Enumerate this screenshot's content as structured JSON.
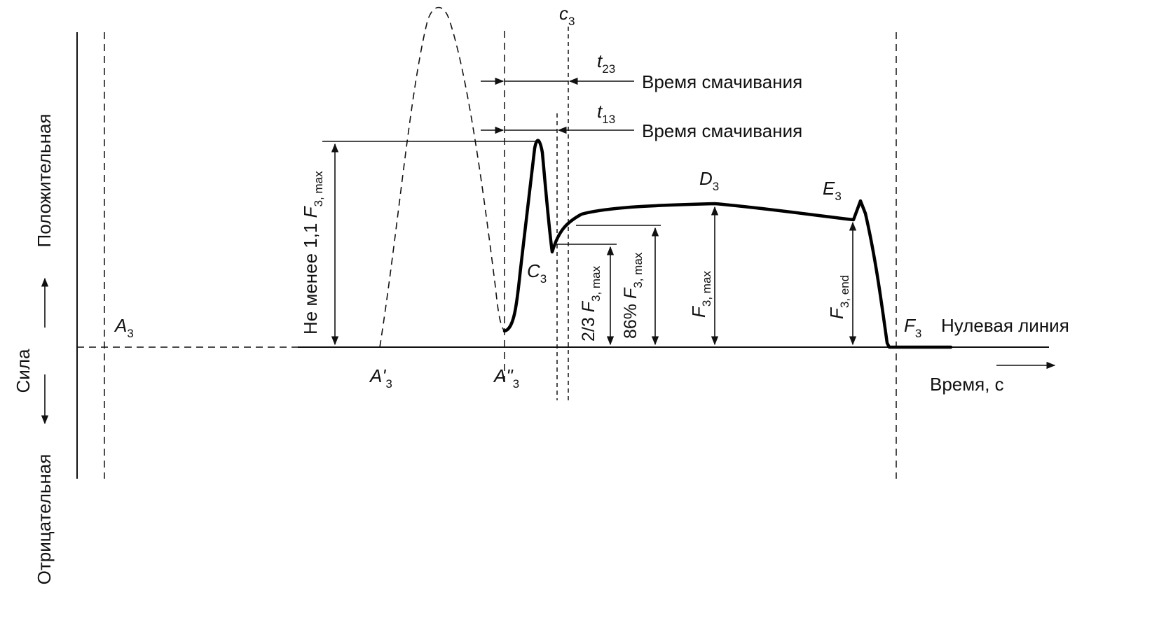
{
  "labels": {
    "force": "Сила",
    "positive": "Положительная",
    "negative": "Отрицательная",
    "time": "Время, с",
    "zero_line": "Нулевая линия",
    "wetting_time_1": "Время смачивания",
    "wetting_time_2": "Время смачивания",
    "not_less": "Не менее 1,1",
    "two_thirds": "2/3",
    "percent_86": "86%"
  },
  "symbols": {
    "A3": {
      "main": "A",
      "sub": "3"
    },
    "A3_prime": {
      "main": "A'",
      "sub": "3"
    },
    "A3_double_prime": {
      "main": "A\"",
      "sub": "3"
    },
    "C3": {
      "main": "C",
      "sub": "3"
    },
    "c3": {
      "main": "c",
      "sub": "3"
    },
    "D3": {
      "main": "D",
      "sub": "3"
    },
    "E3": {
      "main": "E",
      "sub": "3"
    },
    "F3": {
      "main": "F",
      "sub": "3"
    },
    "t23": {
      "main": "t",
      "sub": "23"
    },
    "t13": {
      "main": "t",
      "sub": "13"
    },
    "F3max": {
      "main": "F",
      "sub": "3, max"
    },
    "F3end": {
      "main": "F",
      "sub": "3, end"
    }
  }
}
